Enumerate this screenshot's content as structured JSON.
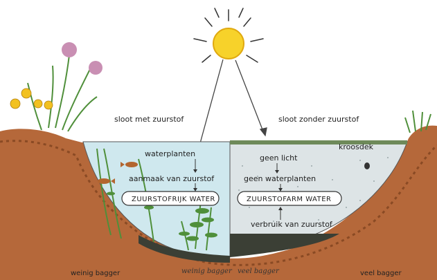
{
  "diagram": {
    "headings": {
      "left": "sloot met zuurstof",
      "right": "sloot zonder zuurstof"
    },
    "left_chain": {
      "step1": "waterplanten",
      "step2": "aanmaak van zuurstof",
      "box": "ZUURSTOFRIJK WATER"
    },
    "right_chain": {
      "duckweed": "kroosdek",
      "step1": "geen licht",
      "step2": "geen waterplanten",
      "box": "ZUURSTOFARM WATER",
      "step3": "verbruik van zuurstof"
    },
    "bottom": {
      "left_outer": "weinig bagger",
      "left_inner": "weinig bagger",
      "right_inner": "veel bagger",
      "right_outer": "veel bagger"
    },
    "colors": {
      "sun": "#f7d22a",
      "clean_water": "#cfe8ee",
      "murky_water": "#dde4e6",
      "soil": "#b5683a",
      "silt": "#3b3f35",
      "plants": "#4f8f3a"
    }
  }
}
